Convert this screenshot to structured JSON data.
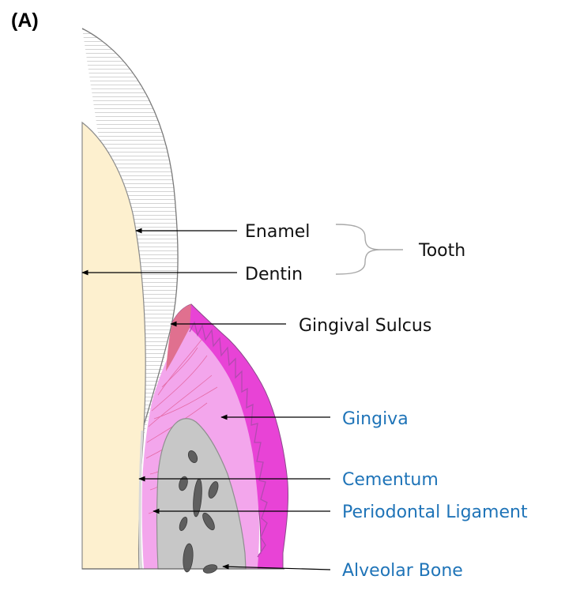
{
  "panel_label": "(A)",
  "labels": {
    "enamel": "Enamel",
    "dentin": "Dentin",
    "tooth": "Tooth",
    "gingival_sulcus": "Gingival Sulcus",
    "gingiva": "Gingiva",
    "cementum": "Cementum",
    "periodontal_ligament": "Periodontal Ligament",
    "alveolar_bone": "Alveolar Bone"
  },
  "colors": {
    "dentin_fill": "#fdf0cf",
    "enamel_fill": "#ffffff",
    "enamel_stripes": "#c8c8c8",
    "gingiva_outer": "#e843d6",
    "gingiva_inner": "#f3a6ec",
    "sulcus": "#e0708f",
    "bone": "#c7c7c7",
    "bone_spaces": "#5f5f5f",
    "label_black": "#111111",
    "label_blue": "#1f74b8"
  }
}
